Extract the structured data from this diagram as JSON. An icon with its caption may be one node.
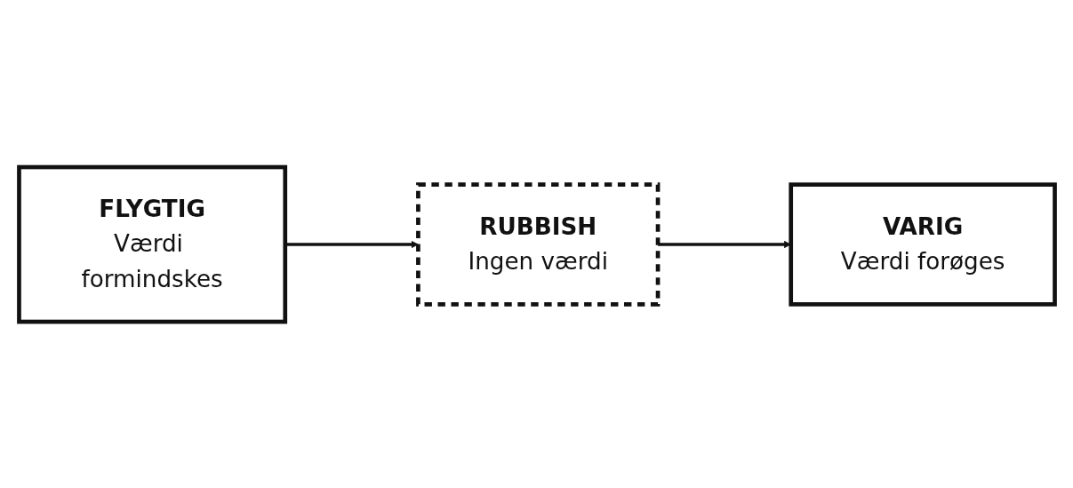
{
  "diagram": {
    "nodes": [
      {
        "text": [
          "FLYGTIG",
          "Værdi formindskes"
        ]
      },
      {
        "text": [
          "VARIG",
          "Værdi forøges"
        ]
      },
      {
        "text": [
          "RUBBISH",
          "Ingen værdi"
        ]
      }
    ],
    "edges": [
      {
        "from": 0,
        "to": 2,
        "arrow": "to"
      },
      {
        "from": 2,
        "to": 1,
        "arrow": "to"
      }
    ]
  }
}
